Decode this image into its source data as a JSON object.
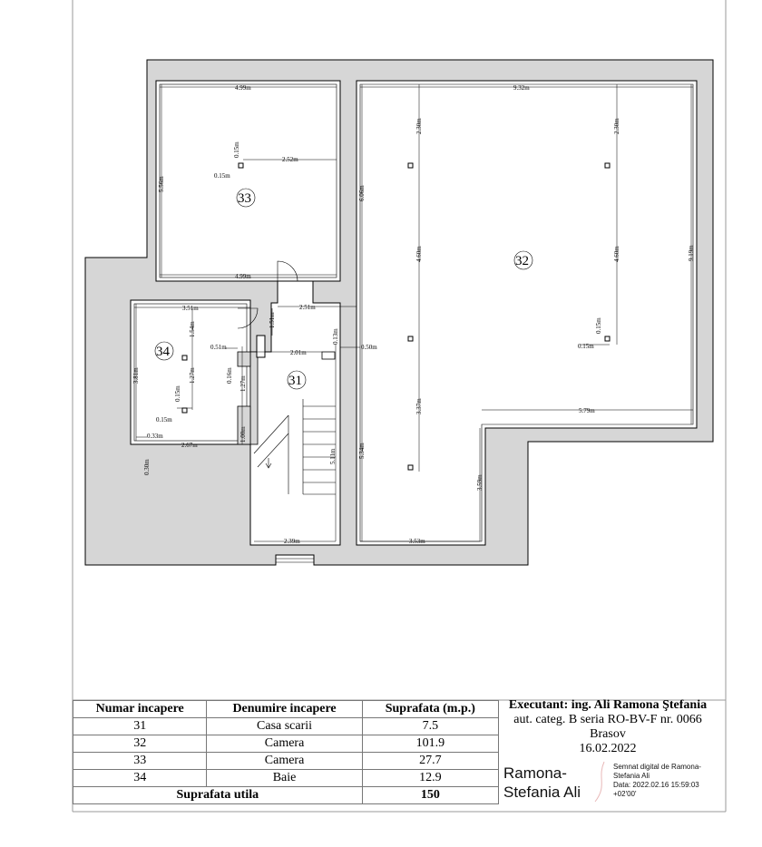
{
  "rooms": [
    {
      "id": "31",
      "label": "31"
    },
    {
      "id": "32",
      "label": "32"
    },
    {
      "id": "33",
      "label": "33"
    },
    {
      "id": "34",
      "label": "34"
    }
  ],
  "dimensions": [
    "4.99m",
    "9.32m",
    "0.15m",
    "2.52m",
    "0.15m",
    "2.30m",
    "2.30m",
    "5.56m",
    "6.06m",
    "4.60m",
    "4.60m",
    "9.19m",
    "4.99m",
    "2.51m",
    "3.51m",
    "1.54m",
    "1.51m",
    "0.51m",
    "2.01m",
    "0.13m",
    "0.50m",
    "0.15m",
    "0.15m",
    "3.81m",
    "0.16m",
    "1.27m",
    "1.27m",
    "0.15m",
    "0.15m",
    "3.37m",
    "5.79m",
    "1.00m",
    "0.33m",
    "2.67m",
    "5.11m",
    "5.34m",
    "3.59m",
    "0.30m",
    "2.39m",
    "3.53m"
  ],
  "table": {
    "headers": [
      "Numar incapere",
      "Denumire incapere",
      "Suprafata (m.p.)"
    ],
    "rows": [
      [
        "31",
        "Casa scarii",
        "7.5"
      ],
      [
        "32",
        "Camera",
        "101.9"
      ],
      [
        "33",
        "Camera",
        "27.7"
      ],
      [
        "34",
        "Baie",
        "12.9"
      ]
    ],
    "total_label": "Suprafata utila",
    "total_value": "150"
  },
  "credits": {
    "executant": "Executant: ing. Ali Ramona Ştefania",
    "authorization": "aut. categ. B seria RO-BV-F nr. 0066",
    "city": "Brasov",
    "date": "16.02.2022"
  },
  "signature": {
    "name_line1": "Ramona-",
    "name_line2": "Stefania Ali",
    "meta_line1": "Semnat digital de Ramona-",
    "meta_line2": "Stefania Ali",
    "meta_line3": "Data: 2022.02.16 15:59:03",
    "meta_line4": "+02'00'"
  },
  "colors": {
    "wall": "#d6d6d6",
    "line": "#000000"
  }
}
